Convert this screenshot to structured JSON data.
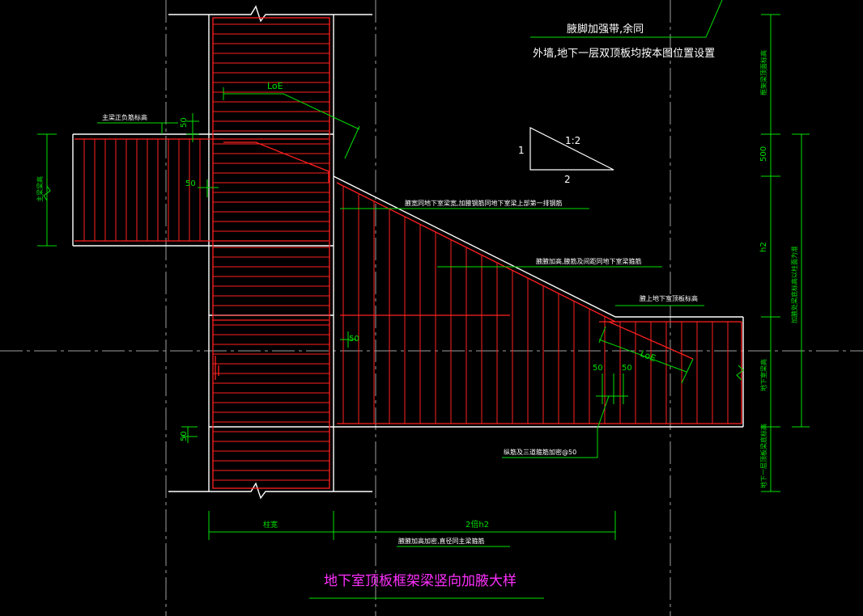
{
  "drawing": {
    "title": "地下室顶板框架梁竖向加腋大样",
    "note_top_line1": "腋脚加强带,余同",
    "note_top_line2": "外墙,地下一层双顶板均按本图位置设置",
    "label_loe_upper": "LoE",
    "label_loe_lower": "LoE",
    "label_main_beam_top": "主梁正负筋标高",
    "label_main_beam_height": "主梁梁高",
    "label_slope_rebar": "腋宽同地下室梁宽,加腋钢筋同地下室梁上部第一排钢筋",
    "label_haunch_stirrup": "腋腋加高,腋筋及间距同地下室梁箍筋",
    "label_basement_beam_top": "腋上地下室顶板标高",
    "label_bottom_rebar": "纵筋及三道箍筋加密@50",
    "label_col_width": "柱宽",
    "label_2h2": "2倍h2",
    "label_bottom_dim_note": "腋腋加高加密,直径同主梁箍筋",
    "label_basement_beam": "地下室梁高",
    "label_right_vert_1": "框架梁顶面标高",
    "label_right_vert_2": "加腋处梁底标高以柱面为准",
    "label_right_vert_3": "地下一层顶板梁底标高",
    "dim_50_a": "50",
    "dim_50_b": "50",
    "dim_50_c": "50",
    "dim_50_d": "50",
    "dim_50_e": "50",
    "dim_50_f": "50",
    "dim_500": "500",
    "dim_h2": "h2",
    "slope_1": "1",
    "slope_2": "2",
    "slope_12": "1:2"
  },
  "colors": {
    "red": "#ff2020",
    "green": "#00e000",
    "white": "#ffffff",
    "magenta": "#ff30ff",
    "gray": "#a0a0a0"
  }
}
